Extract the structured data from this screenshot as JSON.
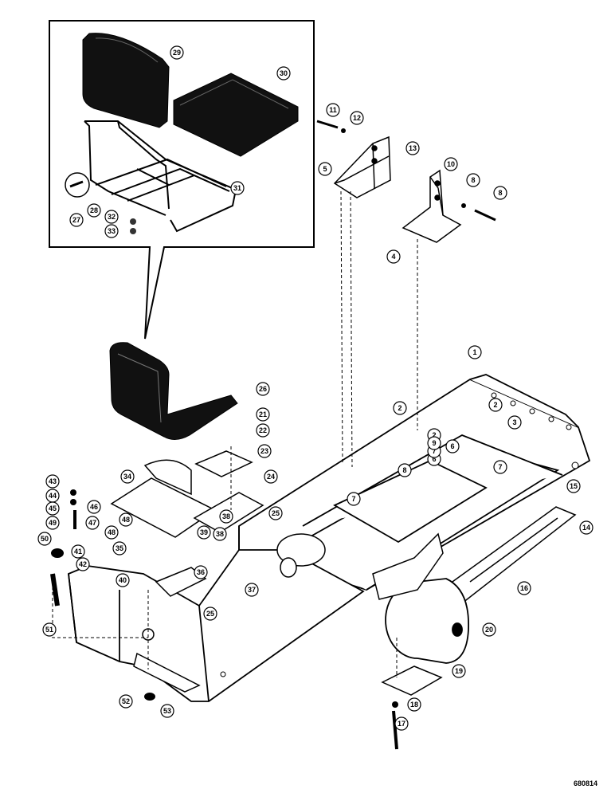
{
  "ref_code": "680814",
  "callouts": [
    {
      "id": "c1",
      "label": "1"
    },
    {
      "id": "c2a",
      "label": "2"
    },
    {
      "id": "c2b",
      "label": "2"
    },
    {
      "id": "c2c",
      "label": "2"
    },
    {
      "id": "c3",
      "label": "3"
    },
    {
      "id": "c4",
      "label": "4"
    },
    {
      "id": "c5",
      "label": "5"
    },
    {
      "id": "c6a",
      "label": "6"
    },
    {
      "id": "c6b",
      "label": "6"
    },
    {
      "id": "c7a",
      "label": "7"
    },
    {
      "id": "c7b",
      "label": "7"
    },
    {
      "id": "c7c",
      "label": "7"
    },
    {
      "id": "c8a",
      "label": "8"
    },
    {
      "id": "c8b",
      "label": "8"
    },
    {
      "id": "c8c",
      "label": "8"
    },
    {
      "id": "c9",
      "label": "9"
    },
    {
      "id": "c10",
      "label": "10"
    },
    {
      "id": "c11",
      "label": "11"
    },
    {
      "id": "c12",
      "label": "12"
    },
    {
      "id": "c13",
      "label": "13"
    },
    {
      "id": "c14",
      "label": "14"
    },
    {
      "id": "c15",
      "label": "15"
    },
    {
      "id": "c16",
      "label": "16"
    },
    {
      "id": "c17",
      "label": "17"
    },
    {
      "id": "c18",
      "label": "18"
    },
    {
      "id": "c19",
      "label": "19"
    },
    {
      "id": "c20",
      "label": "20"
    },
    {
      "id": "c21",
      "label": "21"
    },
    {
      "id": "c22",
      "label": "22"
    },
    {
      "id": "c23",
      "label": "23"
    },
    {
      "id": "c24",
      "label": "24"
    },
    {
      "id": "c25a",
      "label": "25"
    },
    {
      "id": "c25b",
      "label": "25"
    },
    {
      "id": "c26",
      "label": "26"
    },
    {
      "id": "c27",
      "label": "27"
    },
    {
      "id": "c28",
      "label": "28"
    },
    {
      "id": "c29",
      "label": "29"
    },
    {
      "id": "c30",
      "label": "30"
    },
    {
      "id": "c31",
      "label": "31"
    },
    {
      "id": "c32",
      "label": "32"
    },
    {
      "id": "c33",
      "label": "33"
    },
    {
      "id": "c34",
      "label": "34"
    },
    {
      "id": "c35",
      "label": "35"
    },
    {
      "id": "c36",
      "label": "36"
    },
    {
      "id": "c37",
      "label": "37"
    },
    {
      "id": "c38a",
      "label": "38"
    },
    {
      "id": "c38b",
      "label": "38"
    },
    {
      "id": "c39",
      "label": "39"
    },
    {
      "id": "c40",
      "label": "40"
    },
    {
      "id": "c41",
      "label": "41"
    },
    {
      "id": "c42",
      "label": "42"
    },
    {
      "id": "c43",
      "label": "43"
    },
    {
      "id": "c44",
      "label": "44"
    },
    {
      "id": "c45",
      "label": "45"
    },
    {
      "id": "c46",
      "label": "46"
    },
    {
      "id": "c47",
      "label": "47"
    },
    {
      "id": "c48a",
      "label": "48"
    },
    {
      "id": "c48b",
      "label": "48"
    },
    {
      "id": "c49",
      "label": "49"
    },
    {
      "id": "c50",
      "label": "50"
    },
    {
      "id": "c51",
      "label": "51"
    },
    {
      "id": "c52",
      "label": "52"
    },
    {
      "id": "c53",
      "label": "53"
    }
  ]
}
